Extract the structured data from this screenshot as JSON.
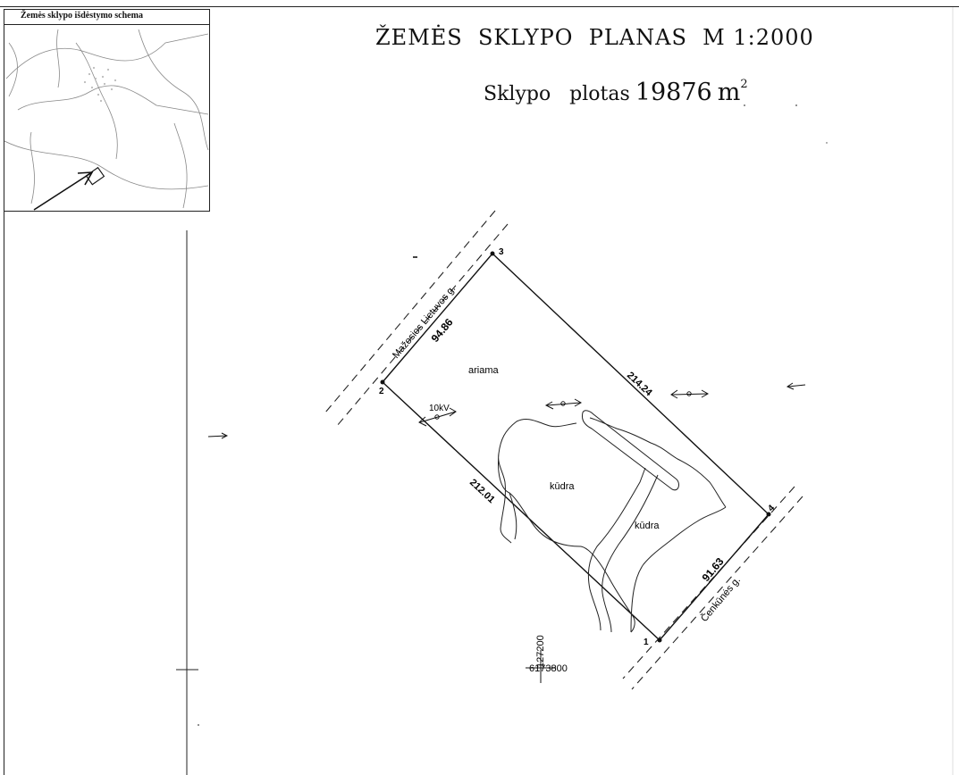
{
  "inset": {
    "title": "Žemės sklypo išdėstymo schema"
  },
  "title": {
    "line1": "ŽEMĖS  SKLYPO  PLANAS  M 1:2000",
    "line2_label": "Sklypo   plotas",
    "area_value": "19876",
    "area_unit": "m",
    "area_unit_sup": "2"
  },
  "streets": {
    "northwest": "Mažosios Lietuvos g.",
    "southeast": "Čenkūnės g."
  },
  "boundary_points": [
    "1",
    "2",
    "3",
    "4"
  ],
  "side_lengths": {
    "side_2_3": "94.86",
    "side_3_4": "214.24",
    "side_4_1": "91.63",
    "side_1_2": "212.01"
  },
  "land_use": {
    "arable": "ariama",
    "pond_1": "kūdra",
    "pond_2": "kūdra"
  },
  "power_line": "10kV",
  "grid": {
    "x_label": "127200",
    "y_label": "6173800"
  },
  "colors": {
    "ink": "#111111",
    "paper": "#ffffff"
  }
}
